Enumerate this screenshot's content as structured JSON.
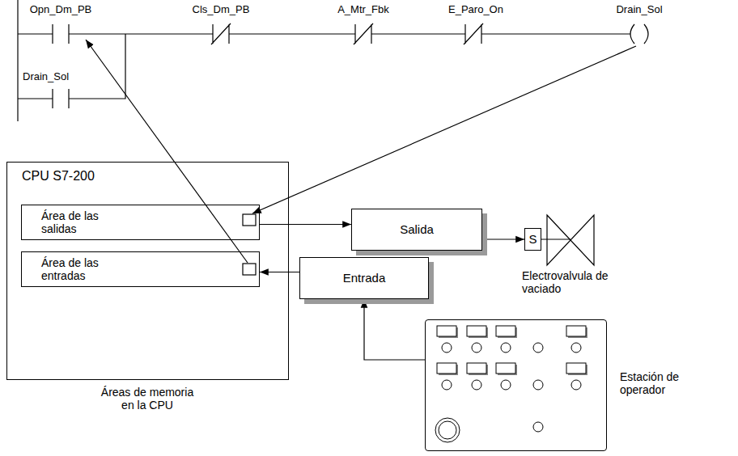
{
  "diagram": {
    "nodes": [
      {
        "text": [
          "CPU S7-200"
        ]
      },
      {
        "text": [
          "Área de las salidas"
        ],
        "in": 0
      },
      {
        "text": [
          "Área de las entradas"
        ],
        "in": 0
      },
      {
        "text": [
          "Salida"
        ]
      },
      {
        "text": [
          "Entrada"
        ]
      },
      {
        "text": [
          "S"
        ]
      },
      {
        "text": [
          "Estación de operador"
        ]
      }
    ],
    "edges": [
      {
        "from": 1,
        "to": 3,
        "arrow": "to"
      },
      {
        "from": 4,
        "to": 2,
        "arrow": "to"
      },
      {
        "from": 3,
        "to": 5,
        "arrow": "to"
      },
      {
        "from": 6,
        "to": 4,
        "arrow": "to"
      }
    ],
    "labels": [
      "Opn_Dm_PB",
      "Cls_Dm_PB",
      "A_Mtr_Fbk",
      "E_Paro_On",
      "Drain_Sol",
      "Drain_Sol",
      "Electrovalvula de vaciado",
      "Áreas de memoria en la CPU"
    ]
  }
}
